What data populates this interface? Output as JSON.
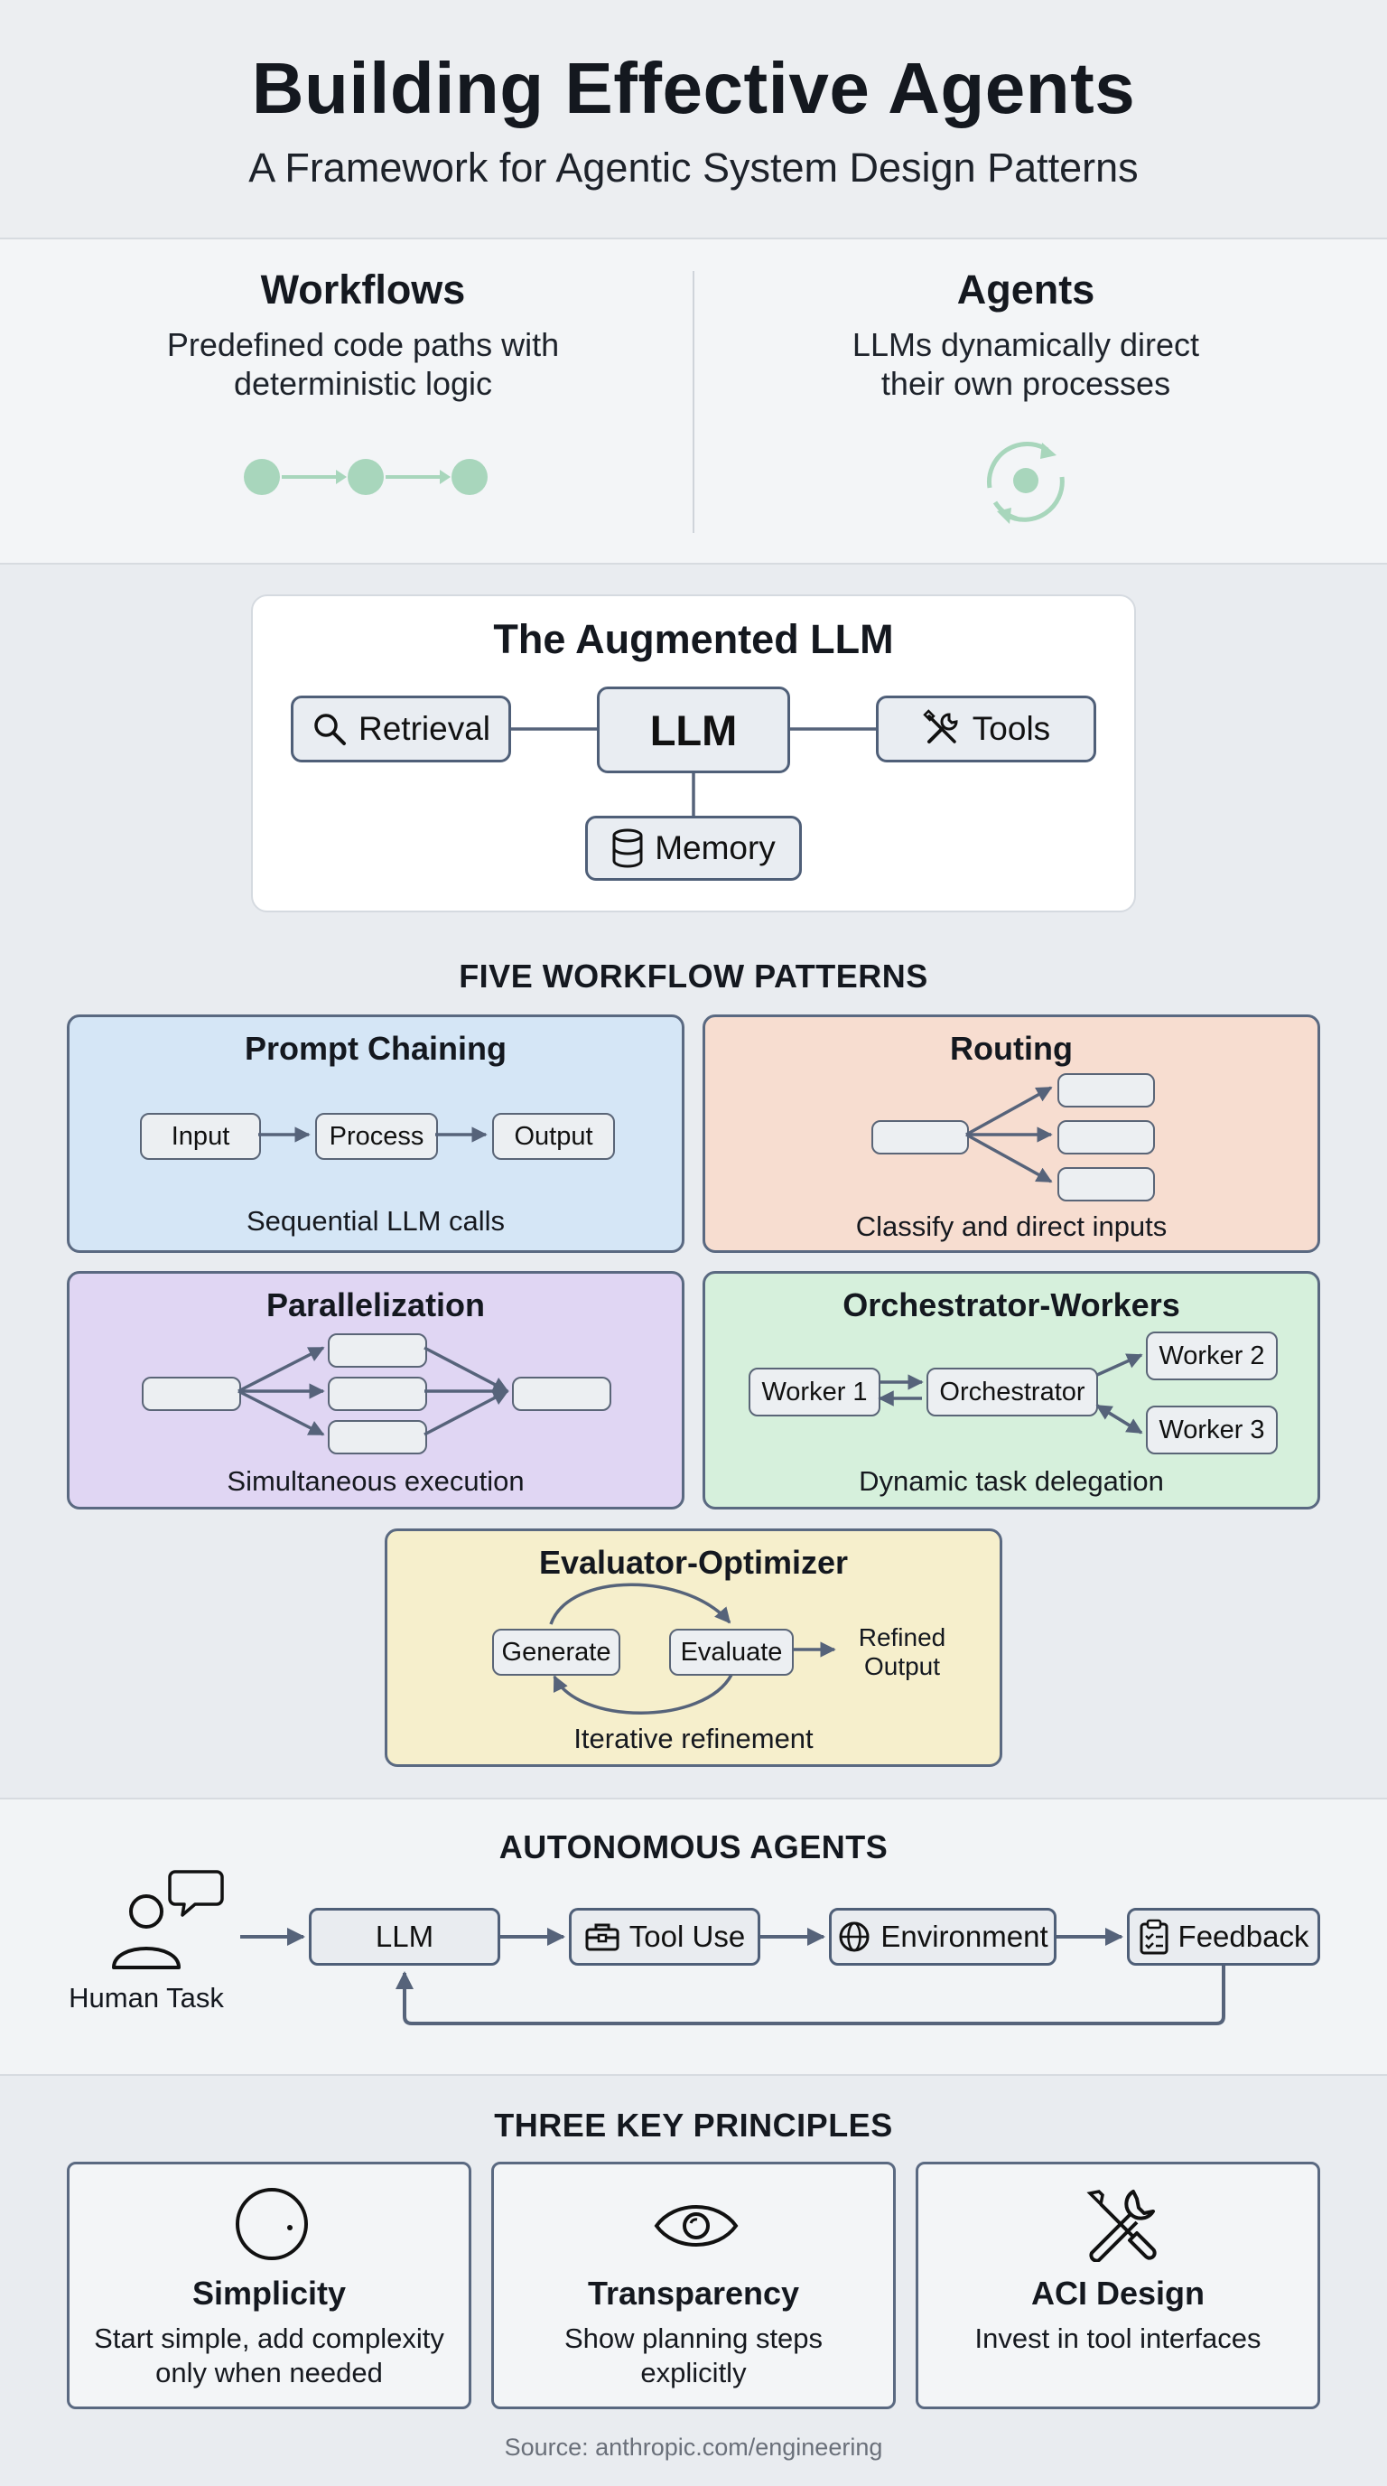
{
  "header": {
    "title": "Building Effective Agents",
    "subtitle": "A Framework for Agentic System Design Patterns"
  },
  "comparison": {
    "workflows": {
      "title": "Workflows",
      "line1": "Predefined code paths with",
      "line2": "deterministic logic"
    },
    "agents": {
      "title": "Agents",
      "line1": "LLMs dynamically direct",
      "line2": "their own processes"
    }
  },
  "augmented": {
    "title": "The Augmented LLM",
    "center": "LLM",
    "retrieval": "Retrieval",
    "tools": "Tools",
    "memory": "Memory"
  },
  "patterns": {
    "label": "FIVE WORKFLOW PATTERNS",
    "prompt_chaining": {
      "title": "Prompt Chaining",
      "input": "Input",
      "process": "Process",
      "output": "Output",
      "caption": "Sequential LLM calls"
    },
    "routing": {
      "title": "Routing",
      "caption": "Classify and direct inputs"
    },
    "parallelization": {
      "title": "Parallelization",
      "caption": "Simultaneous execution"
    },
    "orchestrator": {
      "title": "Orchestrator-Workers",
      "orchestrator": "Orchestrator",
      "worker1": "Worker 1",
      "worker2": "Worker 2",
      "worker3": "Worker 3",
      "caption": "Dynamic task delegation"
    },
    "evaluator": {
      "title": "Evaluator-Optimizer",
      "generate": "Generate",
      "evaluate": "Evaluate",
      "refined_1": "Refined",
      "refined_2": "Output",
      "caption": "Iterative refinement"
    }
  },
  "autonomous": {
    "label": "AUTONOMOUS AGENTS",
    "human": "Human Task",
    "llm": "LLM",
    "tool_use": "Tool Use",
    "environment": "Environment",
    "feedback": "Feedback"
  },
  "principles": {
    "label": "THREE KEY PRINCIPLES",
    "items": [
      {
        "title": "Simplicity",
        "line1": "Start simple, add complexity",
        "line2": "only when needed"
      },
      {
        "title": "Transparency",
        "line1": "Show planning steps",
        "line2": "explicitly"
      },
      {
        "title": "ACI Design",
        "line1": "Invest in tool interfaces",
        "line2": ""
      }
    ]
  },
  "source": "Source: anthropic.com/engineering",
  "colors": {
    "prompt_chaining": "#d5e6f6",
    "routing": "#f7ddd0",
    "parallelization": "#e0d6f3",
    "orchestrator": "#d6f0dc",
    "evaluator": "#f6efcc",
    "workflow_dots": "#a8d6bc",
    "connector": "#56637a"
  }
}
